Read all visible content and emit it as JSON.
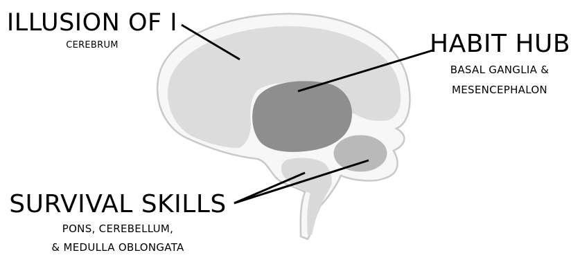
{
  "labels": {
    "cerebrum": {
      "title": "ILLUSION OF I",
      "subtitle": "CEREBRUM"
    },
    "basal": {
      "title": "HABIT HUB",
      "subtitle_line1": "BASAL GANGLIA &",
      "subtitle_line2": "MESENCEPHALON"
    },
    "survival": {
      "title": "SURVIVAL SKILLS",
      "subtitle_line1": "PONS, CEREBELLUM,",
      "subtitle_line2": "& MEDULLA OBLONGATA"
    }
  },
  "colors": {
    "outline": "#c9c9c9",
    "cerebrum_fill": "#f7f7f7",
    "cerebrum_inner": "#dcdcdc",
    "basal_fill": "#8e8e8e",
    "cerebellum_fill": "#b9b9b9",
    "stem_fill": "#d9d9d9",
    "pointer_line": "#000000"
  }
}
